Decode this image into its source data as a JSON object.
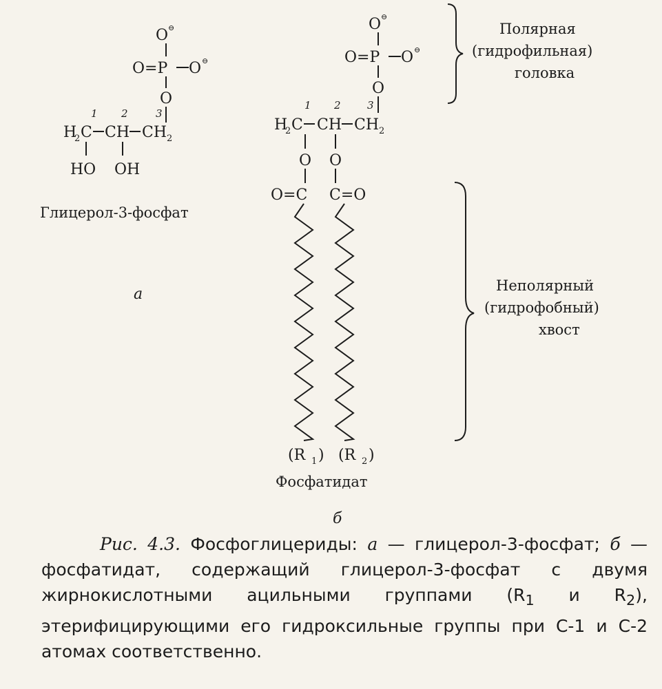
{
  "glycerol3p": {
    "o_top": "O",
    "minus": "⊖",
    "p_row_left": "O=P",
    "o_right": "O",
    "o_link": "O",
    "pos1": "1",
    "pos2": "2",
    "pos3": "3",
    "h2c": "H",
    "h2c_sub": "2",
    "c1": "C",
    "ch": "CH",
    "ch2": "CH",
    "ch2_sub": "2",
    "ho": "HO",
    "oh": "OH",
    "name": "Глицерол-3-фосфат",
    "section": "а"
  },
  "phosphatidate": {
    "o_top": "O",
    "minus": "⊖",
    "p_row_left": "O=P",
    "o_right": "O",
    "o_link": "O",
    "pos1": "1",
    "pos2": "2",
    "pos3": "3",
    "h2c": "H",
    "h2c_sub": "2",
    "c1": "C",
    "ch": "CH",
    "ch2": "CH",
    "ch2_sub": "2",
    "ester_o1": "O",
    "ester_o2": "O",
    "carbonyl1": "O=C",
    "carbonyl2": "C=O",
    "r1": "(R",
    "r1_sub": "1",
    "r1_close": ")",
    "r2": "(R",
    "r2_sub": "2",
    "r2_close": ")",
    "name": "Фосфатидат",
    "section": "б"
  },
  "annotations": {
    "head_line1": "Полярная",
    "head_line2": "(гидрофильная)",
    "head_line3": "головка",
    "tail_line1": "Неполярный",
    "tail_line2": "(гидрофобный)",
    "tail_line3": "хвост"
  },
  "caption": {
    "prefix": "Рис. 4.3.",
    "part1": " Фосфоглицериды: ",
    "a": "а",
    "part2": " — глицерол-3-фосфат; ",
    "b": "б",
    "part3": " — фосфатидат, содержащий глицерол-3-фосфат с двумя жирнокислотными ацильными группами (R",
    "sub1": "1",
    "part4": " и R",
    "sub2": "2",
    "part5": "), этерифицирующими его гидроксильные группы при С-1 и С-2 атомах соответственно."
  }
}
